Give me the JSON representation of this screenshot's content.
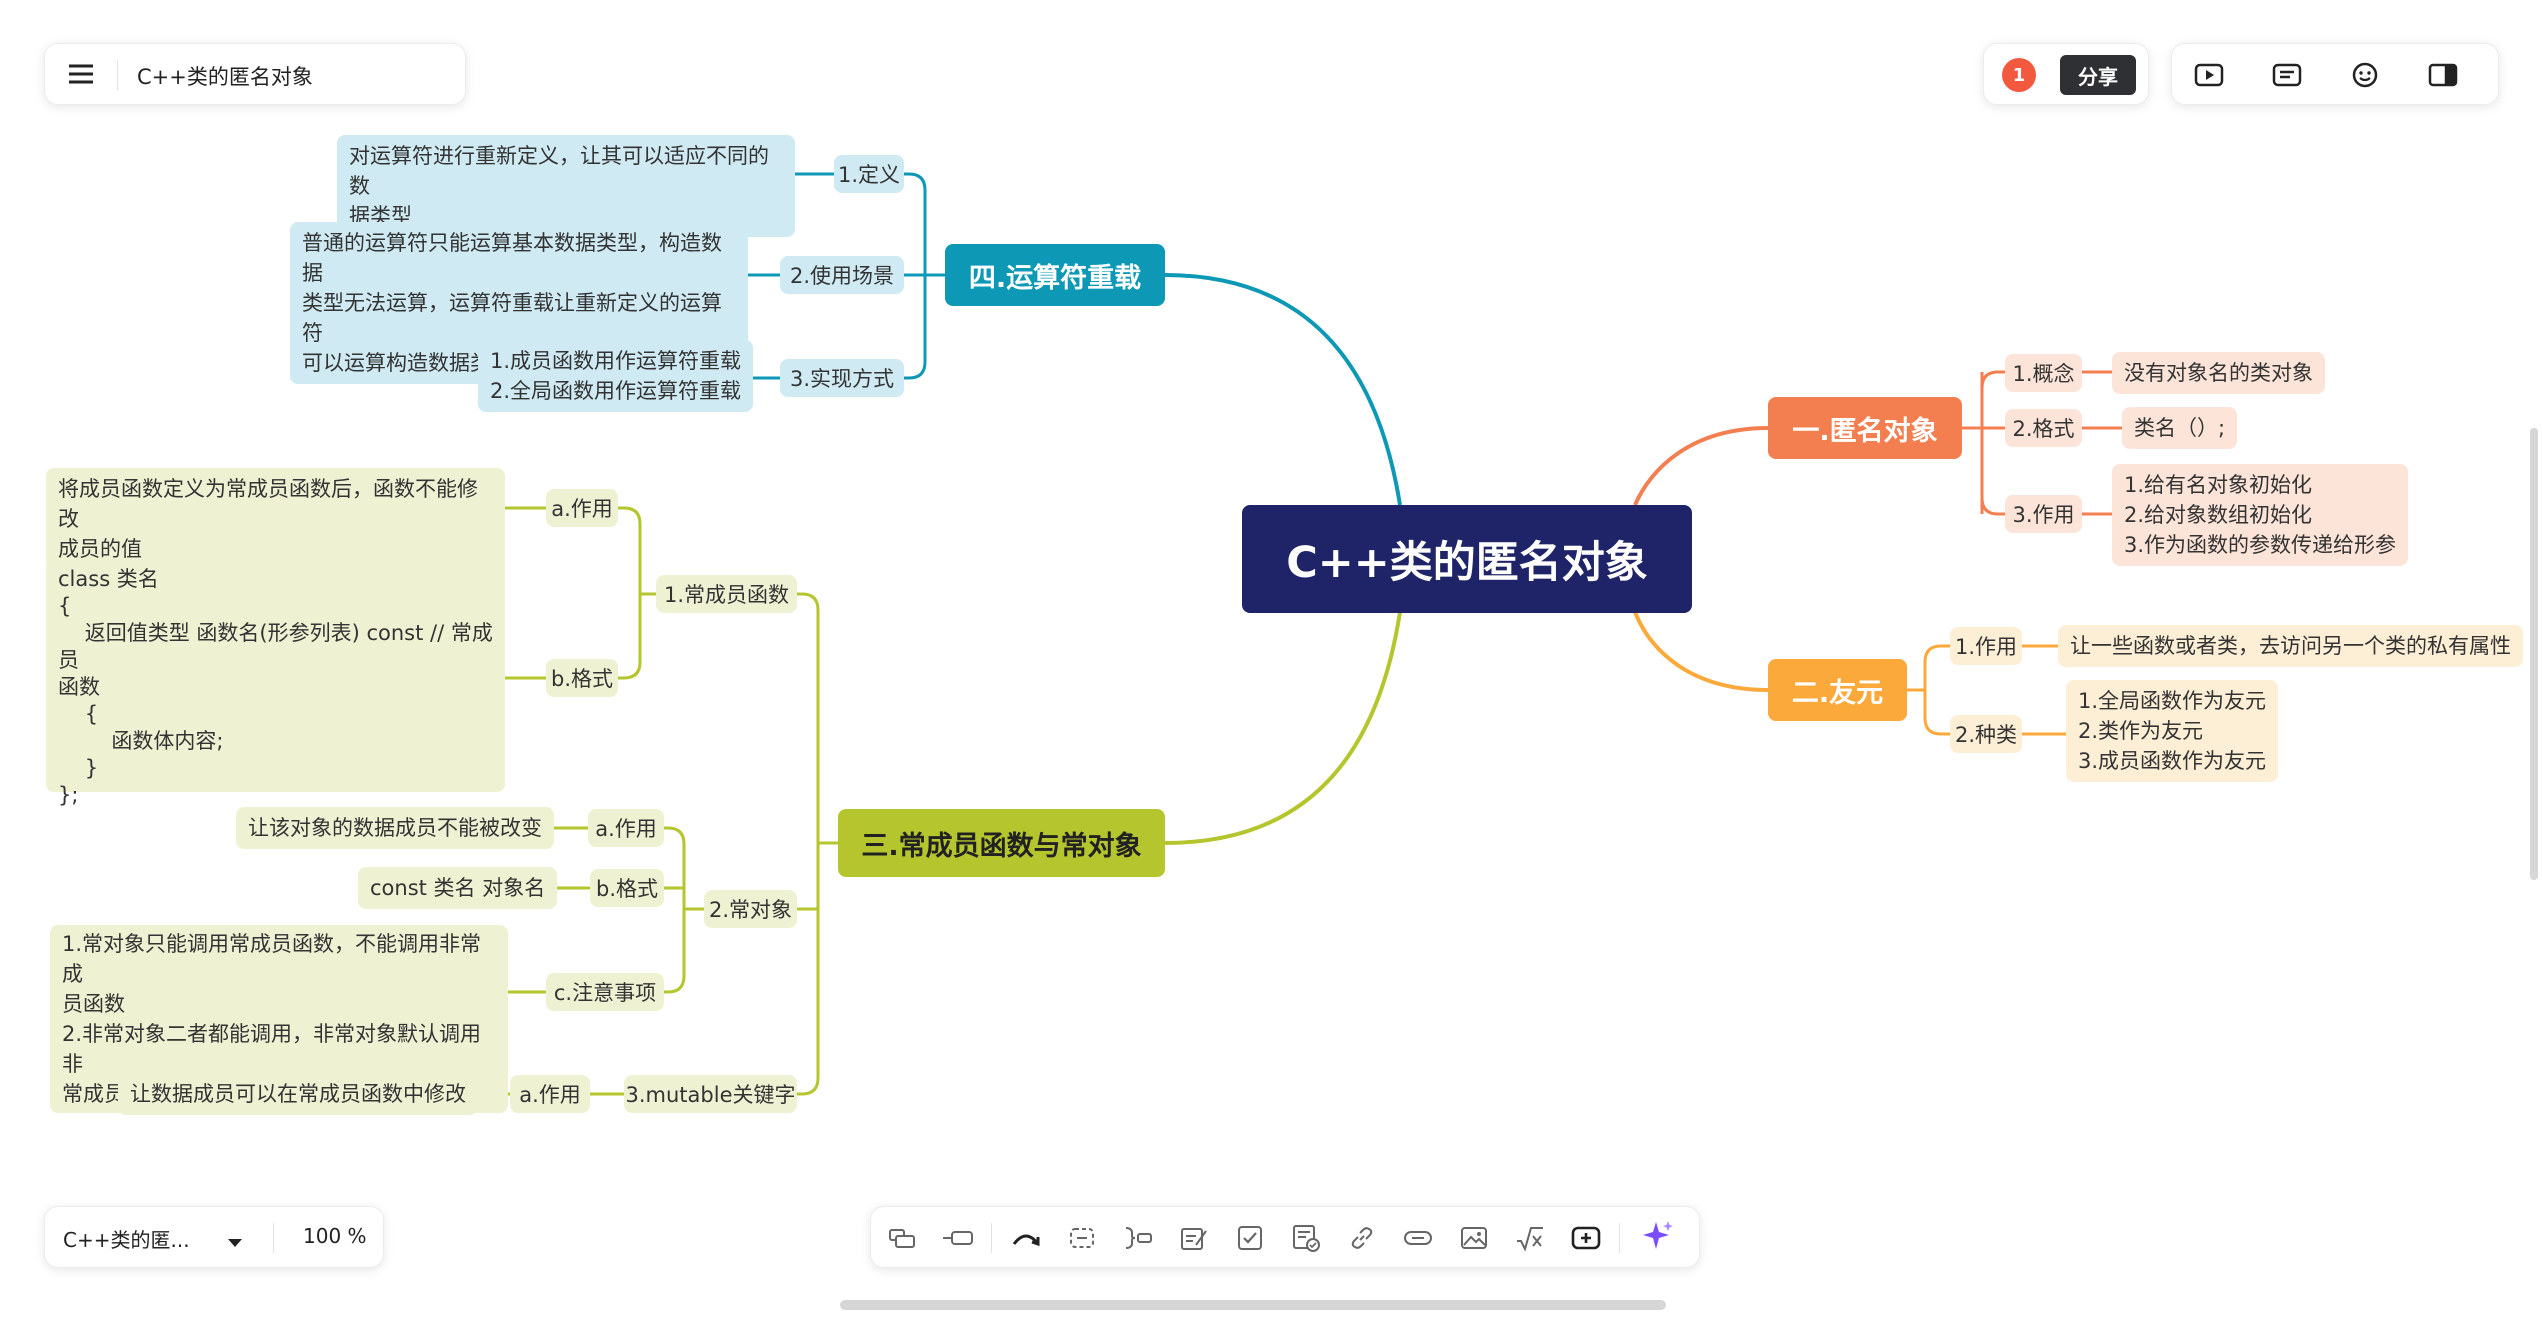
{
  "doc": {
    "title": "C++类的匿名对象",
    "notification_count": "1",
    "share_label": "分享"
  },
  "bottom": {
    "outline_title": "C++类的匿...",
    "zoom": "100 %"
  },
  "colors": {
    "root": "#1e2467",
    "orange": "#f37f50",
    "yellow": "#fba93a",
    "blue": "#0d98b5",
    "green": "#b5c52d",
    "ai": "#7b4dff"
  },
  "mindmap": {
    "root": "C++类的匿名对象",
    "b1": {
      "label": "一.匿名对象",
      "s1": "1.概念",
      "s1_leaf": "没有对象名的类对象",
      "s2": "2.格式",
      "s2_leaf": "类名（）;",
      "s3": "3.作用",
      "s3_leaf": "1.给有名对象初始化\n2.给对象数组初始化\n3.作为函数的参数传递给形参"
    },
    "b2": {
      "label": "二.友元",
      "s1": "1.作用",
      "s1_leaf": "让一些函数或者类，去访问另一个类的私有属性",
      "s2": "2.种类",
      "s2_leaf": "1.全局函数作为友元\n2.类作为友元\n3.成员函数作为友元"
    },
    "b3": {
      "label": "三.常成员函数与常对象",
      "s1": "1.常成员函数",
      "s1a": "a.作用",
      "s1a_leaf": "将成员函数定义为常成员函数后，函数不能修改\n成员的值",
      "s1b": "b.格式",
      "s1b_leaf": "class 类名\n{\n    返回值类型 函数名(形参列表) const // 常成员\n函数\n    {\n        函数体内容;\n    }\n};",
      "s2": "2.常对象",
      "s2a": "a.作用",
      "s2a_leaf": "让该对象的数据成员不能被改变",
      "s2b": "b.格式",
      "s2b_leaf": "const 类名 对象名",
      "s2c": "c.注意事项",
      "s2c_leaf": "1.常对象只能调用常成员函数，不能调用非常成\n员函数\n2.非常对象二者都能调用，非常对象默认调用非\n常成员函数",
      "s3": "3.mutable关键字",
      "s3a": "a.作用",
      "s3a_leaf": "让数据成员可以在常成员函数中修改"
    },
    "b4": {
      "label": "四.运算符重载",
      "s1": "1.定义",
      "s1_leaf": "对运算符进行重新定义，让其可以适应不同的数\n据类型",
      "s2": "2.使用场景",
      "s2_leaf": "普通的运算符只能运算基本数据类型，构造数据\n类型无法运算，运算符重载让重新定义的运算符\n可以运算构造数据类型",
      "s3": "3.实现方式",
      "s3_leaf": "1.成员函数用作运算符重载\n2.全局函数用作运算符重载"
    }
  },
  "toolbar_icons": [
    "topic-icon",
    "subtopic-icon",
    "relationship-icon",
    "boundary-icon",
    "summary-icon",
    "note-icon",
    "task-icon",
    "todo-icon",
    "link-icon",
    "hyperlink-icon",
    "image-icon",
    "formula-icon",
    "insert-icon",
    "ai-sparkle-icon"
  ]
}
